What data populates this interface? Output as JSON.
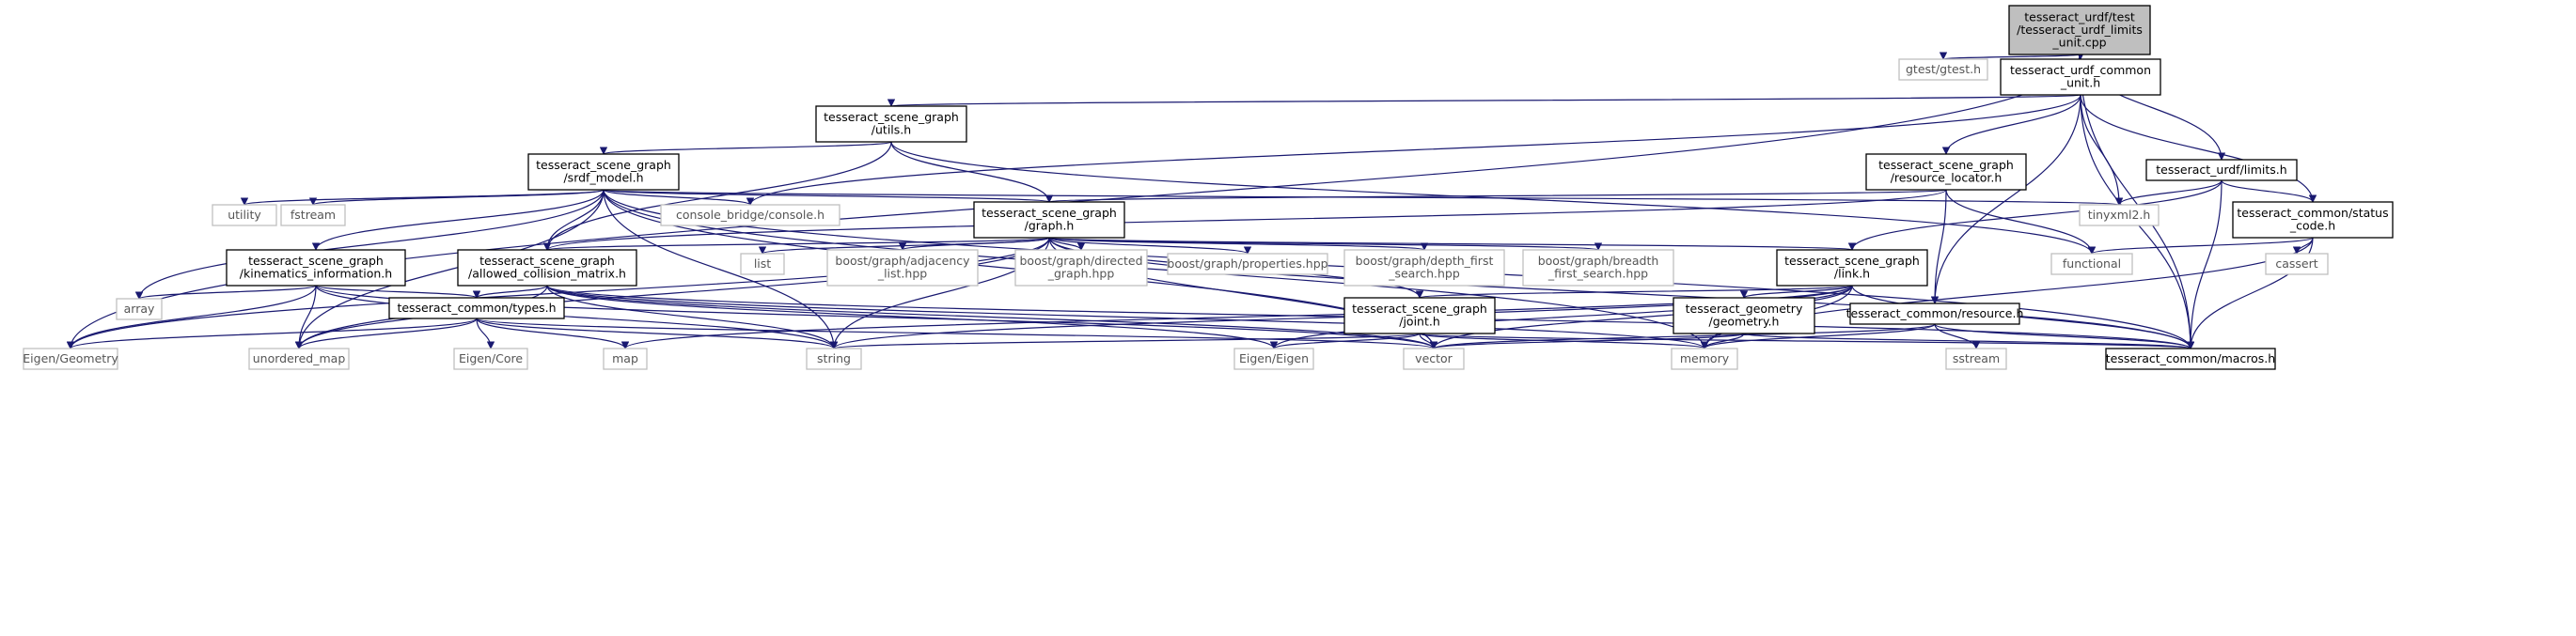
{
  "graph": {
    "colors": {
      "edge": "#191970",
      "node_border": "#000000",
      "external_border": "#bfbfbf",
      "root_fill": "#bfbfbf"
    },
    "nodes": {
      "root": {
        "lines": [
          "tesseract_urdf/test",
          "/tesseract_urdf_limits",
          "_unit.cpp"
        ]
      },
      "gtest": {
        "lines": [
          "gtest/gtest.h"
        ]
      },
      "common_unit": {
        "lines": [
          "tesseract_urdf_common",
          "_unit.h"
        ]
      },
      "sg_utils": {
        "lines": [
          "tesseract_scene_graph",
          "/utils.h"
        ]
      },
      "srdf_model": {
        "lines": [
          "tesseract_scene_graph",
          "/srdf_model.h"
        ]
      },
      "resource_locator": {
        "lines": [
          "tesseract_scene_graph",
          "/resource_locator.h"
        ]
      },
      "limits": {
        "lines": [
          "tesseract_urdf/limits.h"
        ]
      },
      "utility": {
        "lines": [
          "utility"
        ]
      },
      "fstream": {
        "lines": [
          "fstream"
        ]
      },
      "console": {
        "lines": [
          "console_bridge/console.h"
        ]
      },
      "graph": {
        "lines": [
          "tesseract_scene_graph",
          "/graph.h"
        ]
      },
      "tinyxml2": {
        "lines": [
          "tinyxml2.h"
        ]
      },
      "status_code": {
        "lines": [
          "tesseract_common/status",
          "_code.h"
        ]
      },
      "kinematics": {
        "lines": [
          "tesseract_scene_graph",
          "/kinematics_information.h"
        ]
      },
      "acm": {
        "lines": [
          "tesseract_scene_graph",
          "/allowed_collision_matrix.h"
        ]
      },
      "list": {
        "lines": [
          "list"
        ]
      },
      "adjacency": {
        "lines": [
          "boost/graph/adjacency",
          "_list.hpp"
        ]
      },
      "directed": {
        "lines": [
          "boost/graph/directed",
          "_graph.hpp"
        ]
      },
      "properties": {
        "lines": [
          "boost/graph/properties.hpp"
        ]
      },
      "dfs": {
        "lines": [
          "boost/graph/depth_first",
          "_search.hpp"
        ]
      },
      "bfs": {
        "lines": [
          "boost/graph/breadth",
          "_first_search.hpp"
        ]
      },
      "link": {
        "lines": [
          "tesseract_scene_graph",
          "/link.h"
        ]
      },
      "functional": {
        "lines": [
          "functional"
        ]
      },
      "cassert": {
        "lines": [
          "cassert"
        ]
      },
      "array": {
        "lines": [
          "array"
        ]
      },
      "types": {
        "lines": [
          "tesseract_common/types.h"
        ]
      },
      "joint": {
        "lines": [
          "tesseract_scene_graph",
          "/joint.h"
        ]
      },
      "geometry": {
        "lines": [
          "tesseract_geometry",
          "/geometry.h"
        ]
      },
      "resource": {
        "lines": [
          "tesseract_common/resource.h"
        ]
      },
      "eigen_geometry": {
        "lines": [
          "Eigen/Geometry"
        ]
      },
      "unordered_map": {
        "lines": [
          "unordered_map"
        ]
      },
      "eigen_core": {
        "lines": [
          "Eigen/Core"
        ]
      },
      "map": {
        "lines": [
          "map"
        ]
      },
      "string": {
        "lines": [
          "string"
        ]
      },
      "eigen_eigen": {
        "lines": [
          "Eigen/Eigen"
        ]
      },
      "vector": {
        "lines": [
          "vector"
        ]
      },
      "memory": {
        "lines": [
          "memory"
        ]
      },
      "sstream": {
        "lines": [
          "sstream"
        ]
      },
      "macros": {
        "lines": [
          "tesseract_common/macros.h"
        ]
      }
    }
  }
}
